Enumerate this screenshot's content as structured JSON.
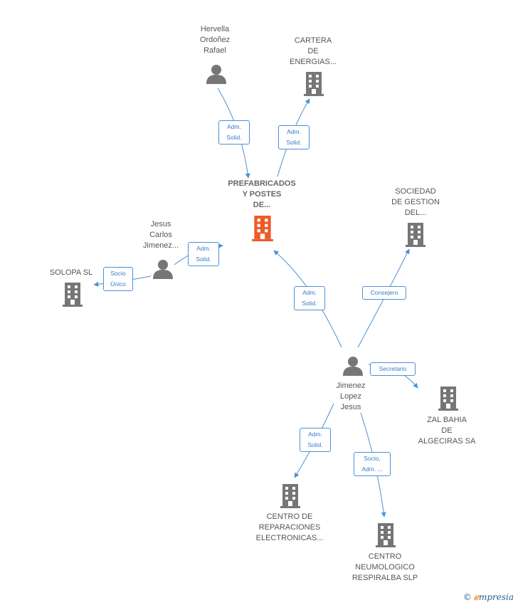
{
  "colors": {
    "edge": "#4a90d9",
    "company": "#767676",
    "company_main": "#ef5a28",
    "person": "#767676"
  },
  "nodes": {
    "hervella": {
      "label": "Hervella\nOrdoñez\nRafael",
      "type": "person"
    },
    "cartera": {
      "label": "CARTERA\nDE\nENERGIAS...",
      "type": "company"
    },
    "prefabricados": {
      "label": "PREFABRICADOS\nY POSTES\nDE...",
      "type": "company-main"
    },
    "sociedad": {
      "label": "SOCIEDAD\nDE GESTION\nDEL...",
      "type": "company"
    },
    "jesus_carlos": {
      "label": "Jesus\nCarlos\nJimenez...",
      "type": "person"
    },
    "solopa": {
      "label": "SOLOPA SL",
      "type": "company"
    },
    "jimenez_lopez": {
      "label": "Jimenez\nLopez\nJesus",
      "type": "person"
    },
    "zal": {
      "label": "ZAL BAHIA\nDE\nALGECIRAS SA",
      "type": "company"
    },
    "centro_rep": {
      "label": "CENTRO DE\nREPARACIONES\nELECTRONICAS...",
      "type": "company"
    },
    "centro_neu": {
      "label": "CENTRO\nNEUMOLOGICO\nRESPIRALBA SLP",
      "type": "company"
    }
  },
  "edges": {
    "e1": "Adm.\nSolid.",
    "e2": "Adm.\nSolid.",
    "e3": "Adm.\nSolid.",
    "e4": "Socio\nÚnico",
    "e5": "Adm.\nSolid.",
    "e6": "Consejero",
    "e7": "Secretario",
    "e8": "Adm.\nSolid.",
    "e9": "Socio,\nAdm. ..."
  },
  "footer": {
    "copyright": "©",
    "brand_e": "ℯ",
    "brand_rest": "mpresia"
  }
}
